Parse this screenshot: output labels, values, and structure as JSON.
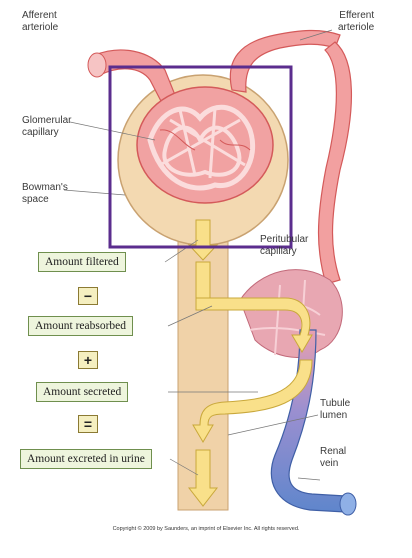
{
  "labels": {
    "afferent_arteriole": "Afferent\narteriole",
    "efferent_arteriole": "Efferent\narteriole",
    "glomerular_capillary": "Glomerular\ncapillary",
    "bowmans_space": "Bowman's\nspace",
    "peritubular_capillary": "Peritubular\ncapillary",
    "tubule_lumen": "Tubule\nlumen",
    "renal_vein": "Renal\nvein"
  },
  "steps": {
    "filtered": "Amount filtered",
    "op1": "−",
    "reabsorbed": "Amount reabsorbed",
    "op2": "+",
    "secreted": "Amount secreted",
    "op3": "=",
    "excreted": "Amount excreted in urine"
  },
  "copyright": "Copyright © 2009 by Saunders, an imprint of Elsevier Inc. All rights reserved.",
  "colors": {
    "vessel": "#f2a0a0",
    "vessel_edge": "#d45a5a",
    "capsule": "#f3d9b1",
    "tubule": "#f0cfa0",
    "arrow": "#f9e08a",
    "arrow_edge": "#c9a83b",
    "vein": "#6c8fcf",
    "highlight": "#5b2d8e"
  }
}
